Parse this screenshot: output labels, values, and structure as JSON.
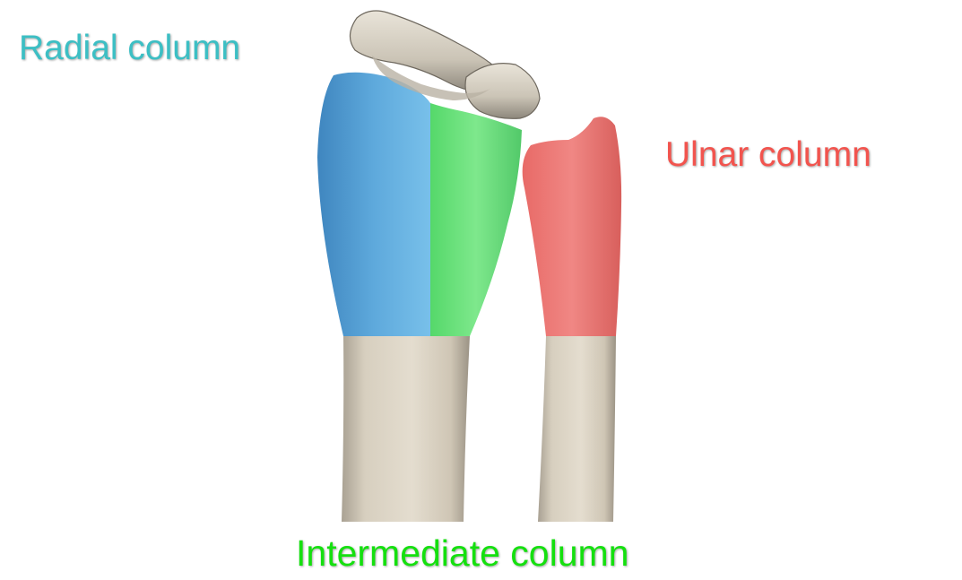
{
  "labels": {
    "radial": "Radial column",
    "ulnar": "Ulnar column",
    "intermediate": "Intermediate column"
  },
  "colors": {
    "radial": "#3cbfc4",
    "ulnar": "#f2544e",
    "intermediate": "#15e00f",
    "radial_region": "#5aa7dc",
    "intermediate_region": "#5fdb74",
    "ulnar_region": "#ec7470",
    "bone": "#dbd3c4"
  },
  "parts": {
    "carpal_bones": "carpal-bones",
    "radius": "radius",
    "ulna": "ulna"
  }
}
